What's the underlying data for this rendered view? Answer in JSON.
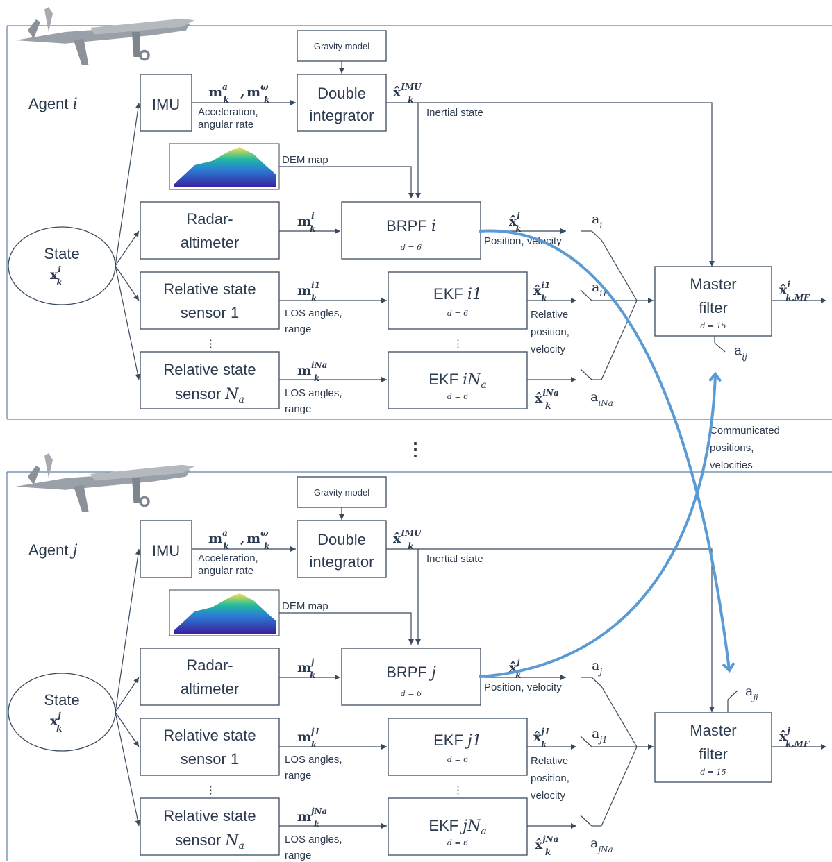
{
  "agents": [
    {
      "agent_label": "Agent",
      "agent_index": "i",
      "gravity_model": "Gravity model",
      "imu": "IMU",
      "imu_meas_label": "Acceleration,",
      "imu_meas_label2": "angular rate",
      "double_integrator_line1": "Double",
      "double_integrator_line2": "integrator",
      "inertial_state": "Inertial state",
      "dem_map": "DEM map",
      "radar_line1": "Radar-",
      "radar_line2": "altimeter",
      "state_label": "State",
      "brpf_label": "BRPF",
      "brpf_d": "d = 6",
      "brpf_out_label": "Position, velocity",
      "rel_sensor1_line1": "Relative state",
      "rel_sensor1_line2": "sensor 1",
      "rel_sensorN_line1": "Relative state",
      "rel_sensorN_line2": "sensor",
      "los_label1": "LOS angles,",
      "los_label2": "range",
      "ekf1_label": "EKF",
      "ekf1_idx": "i1",
      "ekfN_label": "EKF",
      "ekfN_idx": "iN",
      "ekf_d": "d = 6",
      "rel_pos_1": "Relative",
      "rel_pos_2": "position,",
      "rel_pos_3": "velocity",
      "master_line1": "Master",
      "master_line2": "filter",
      "master_d": "d = 15",
      "switch_brpf": "i",
      "switch_ekf1": "i1",
      "switch_ekfN": "iN",
      "switch_comm": "ij",
      "mf_sub": "k,MF"
    },
    {
      "agent_label": "Agent",
      "agent_index": "j",
      "gravity_model": "Gravity model",
      "imu": "IMU",
      "imu_meas_label": "Acceleration,",
      "imu_meas_label2": "angular rate",
      "double_integrator_line1": "Double",
      "double_integrator_line2": "integrator",
      "inertial_state": "Inertial state",
      "dem_map": "DEM map",
      "radar_line1": "Radar-",
      "radar_line2": "altimeter",
      "state_label": "State",
      "brpf_label": "BRPF",
      "brpf_d": "d = 6",
      "brpf_out_label": "Position, velocity",
      "rel_sensor1_line1": "Relative state",
      "rel_sensor1_line2": "sensor 1",
      "rel_sensorN_line1": "Relative state",
      "rel_sensorN_line2": "sensor",
      "los_label1": "LOS angles,",
      "los_label2": "range",
      "ekf1_label": "EKF",
      "ekf1_idx": "j1",
      "ekfN_label": "EKF",
      "ekfN_idx": "jN",
      "ekf_d": "d = 6",
      "rel_pos_1": "Relative",
      "rel_pos_2": "position,",
      "rel_pos_3": "velocity",
      "master_line1": "Master",
      "master_line2": "filter",
      "master_d": "d = 15",
      "switch_brpf": "j",
      "switch_ekf1": "j1",
      "switch_ekfN": "jN",
      "switch_comm": "ji",
      "mf_sub": "k,MF"
    }
  ],
  "communicated": [
    "Communicated",
    "positions,",
    "velocities"
  ],
  "ellipsis": "⋮",
  "math": {
    "m": "m",
    "x_hat": "x̂",
    "x": "x",
    "k": "k",
    "a": "a",
    "a_sup": "a",
    "omega_sup": "ω",
    "imu_sup": "IMU",
    "N": "N",
    "N_sub": "a"
  },
  "colors": {
    "panel_border": "#5d7fa8",
    "comm_arrow": "#5b9bd5",
    "text": "#2b3a4e"
  }
}
